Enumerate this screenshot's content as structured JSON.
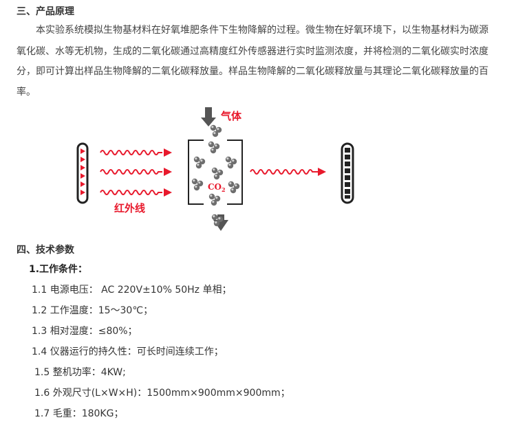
{
  "section3": {
    "heading": "三、产品原理",
    "paragraph_lines": [
      "本实验系统模拟生物基材料在好氧堆肥条件下生物降解的过程。微生物在好氧环境下，以生物基材料为碳源",
      "氧化碳、水等无机物，生成的二氧化碳通过高精度红外传感器进行实时监测浓度，并将检测的二氧化碳实时浓度",
      "分，即可计算出样品生物降解的二氧化碳释放量。样品生物降解的二氧化碳释放量与其理论二氧化碳释放量的百",
      "率。"
    ]
  },
  "diagram": {
    "gas_label": "气体",
    "co2_label": "CO",
    "co2_subscript": "2",
    "infrared_label": "红外线"
  },
  "section4": {
    "heading": "四、技术参数",
    "subheading": "1.工作条件：",
    "items": [
      "1.1 电源电压： AC  220V±10%  50Hz  单相；",
      "1.2 工作温度：15～30℃；",
      "1.3 相对湿度：≤80%；",
      "1.4 仪器运行的持久性：可长时间连续工作；",
      "1.5 整机功率：4KW;",
      "1.6 外观尺寸(L×W×H)：1500mm×900mm×900mm；",
      "1.7 毛重：180KG；"
    ]
  },
  "colors": {
    "red": "#e8192c",
    "gray": "#555555",
    "text": "#333333"
  }
}
